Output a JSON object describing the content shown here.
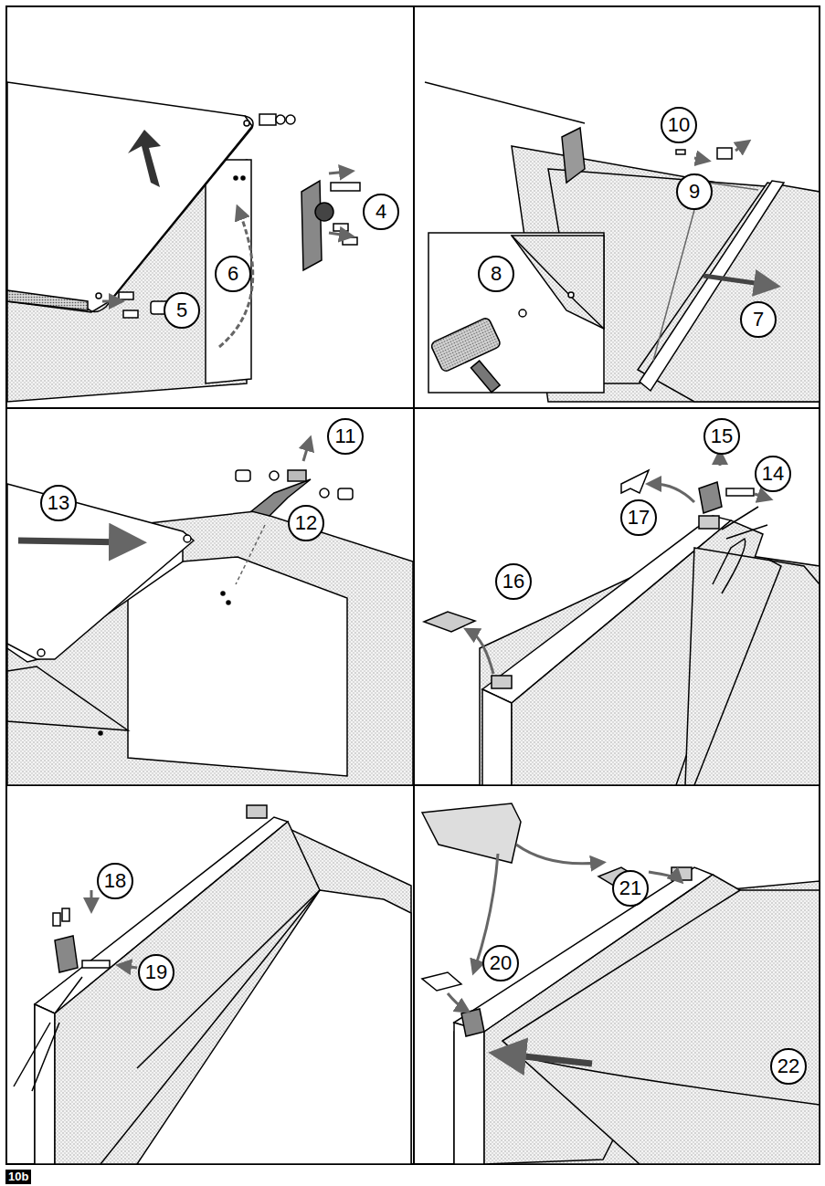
{
  "diagram": {
    "labels": [
      "4",
      "5",
      "6",
      "10",
      "9",
      "8",
      "7",
      "11",
      "13",
      "12",
      "15",
      "14",
      "17",
      "16",
      "18",
      "19",
      "21",
      "20",
      "22",
      "10b"
    ]
  }
}
